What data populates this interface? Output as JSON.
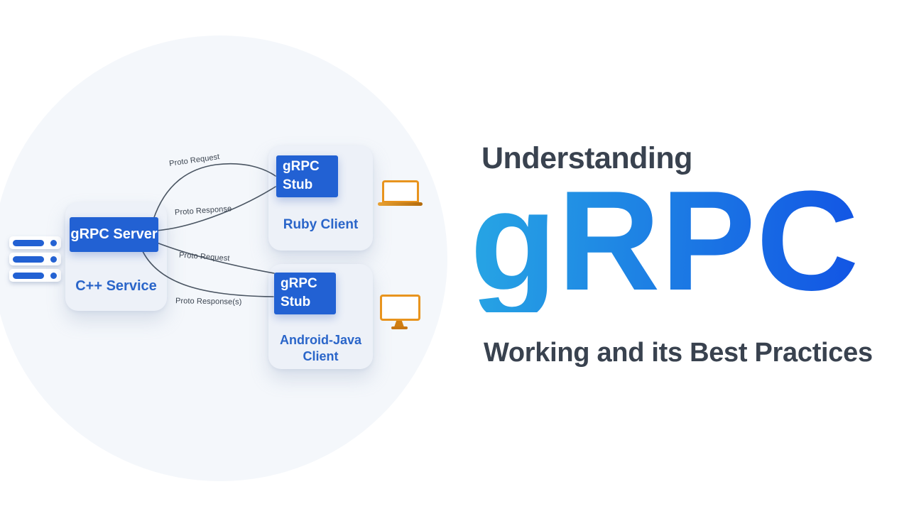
{
  "title": {
    "kicker": "Understanding",
    "headline": "gRPC",
    "subtitle": "Working and its Best Practices"
  },
  "diagram": {
    "server": {
      "box_label": "gRPC Server",
      "caption": "C++ Service"
    },
    "clients": [
      {
        "stub_label": "gRPC Stub",
        "name": "Ruby Client",
        "device_icon": "laptop-icon"
      },
      {
        "stub_label": "gRPC Stub",
        "name": "Android-Java Client",
        "device_icon": "monitor-icon"
      }
    ],
    "connections": {
      "top_request": "Proto Request",
      "top_response": "Proto Response",
      "bottom_request": "Proto Request",
      "bottom_response": "Proto Response(s)"
    },
    "icons": [
      "server-rack-icon",
      "laptop-icon",
      "monitor-icon"
    ]
  },
  "colors": {
    "accent_blue": "#2261D3",
    "label_blue": "#2A65C9",
    "gradient_start": "#27A6E4",
    "gradient_end": "#1254E4",
    "dark_text": "#39424F",
    "line_gray": "#4A5562",
    "orange": "#E8941E",
    "card_bg": "#EDF1F8",
    "circle_bg": "#F4F7FB"
  }
}
